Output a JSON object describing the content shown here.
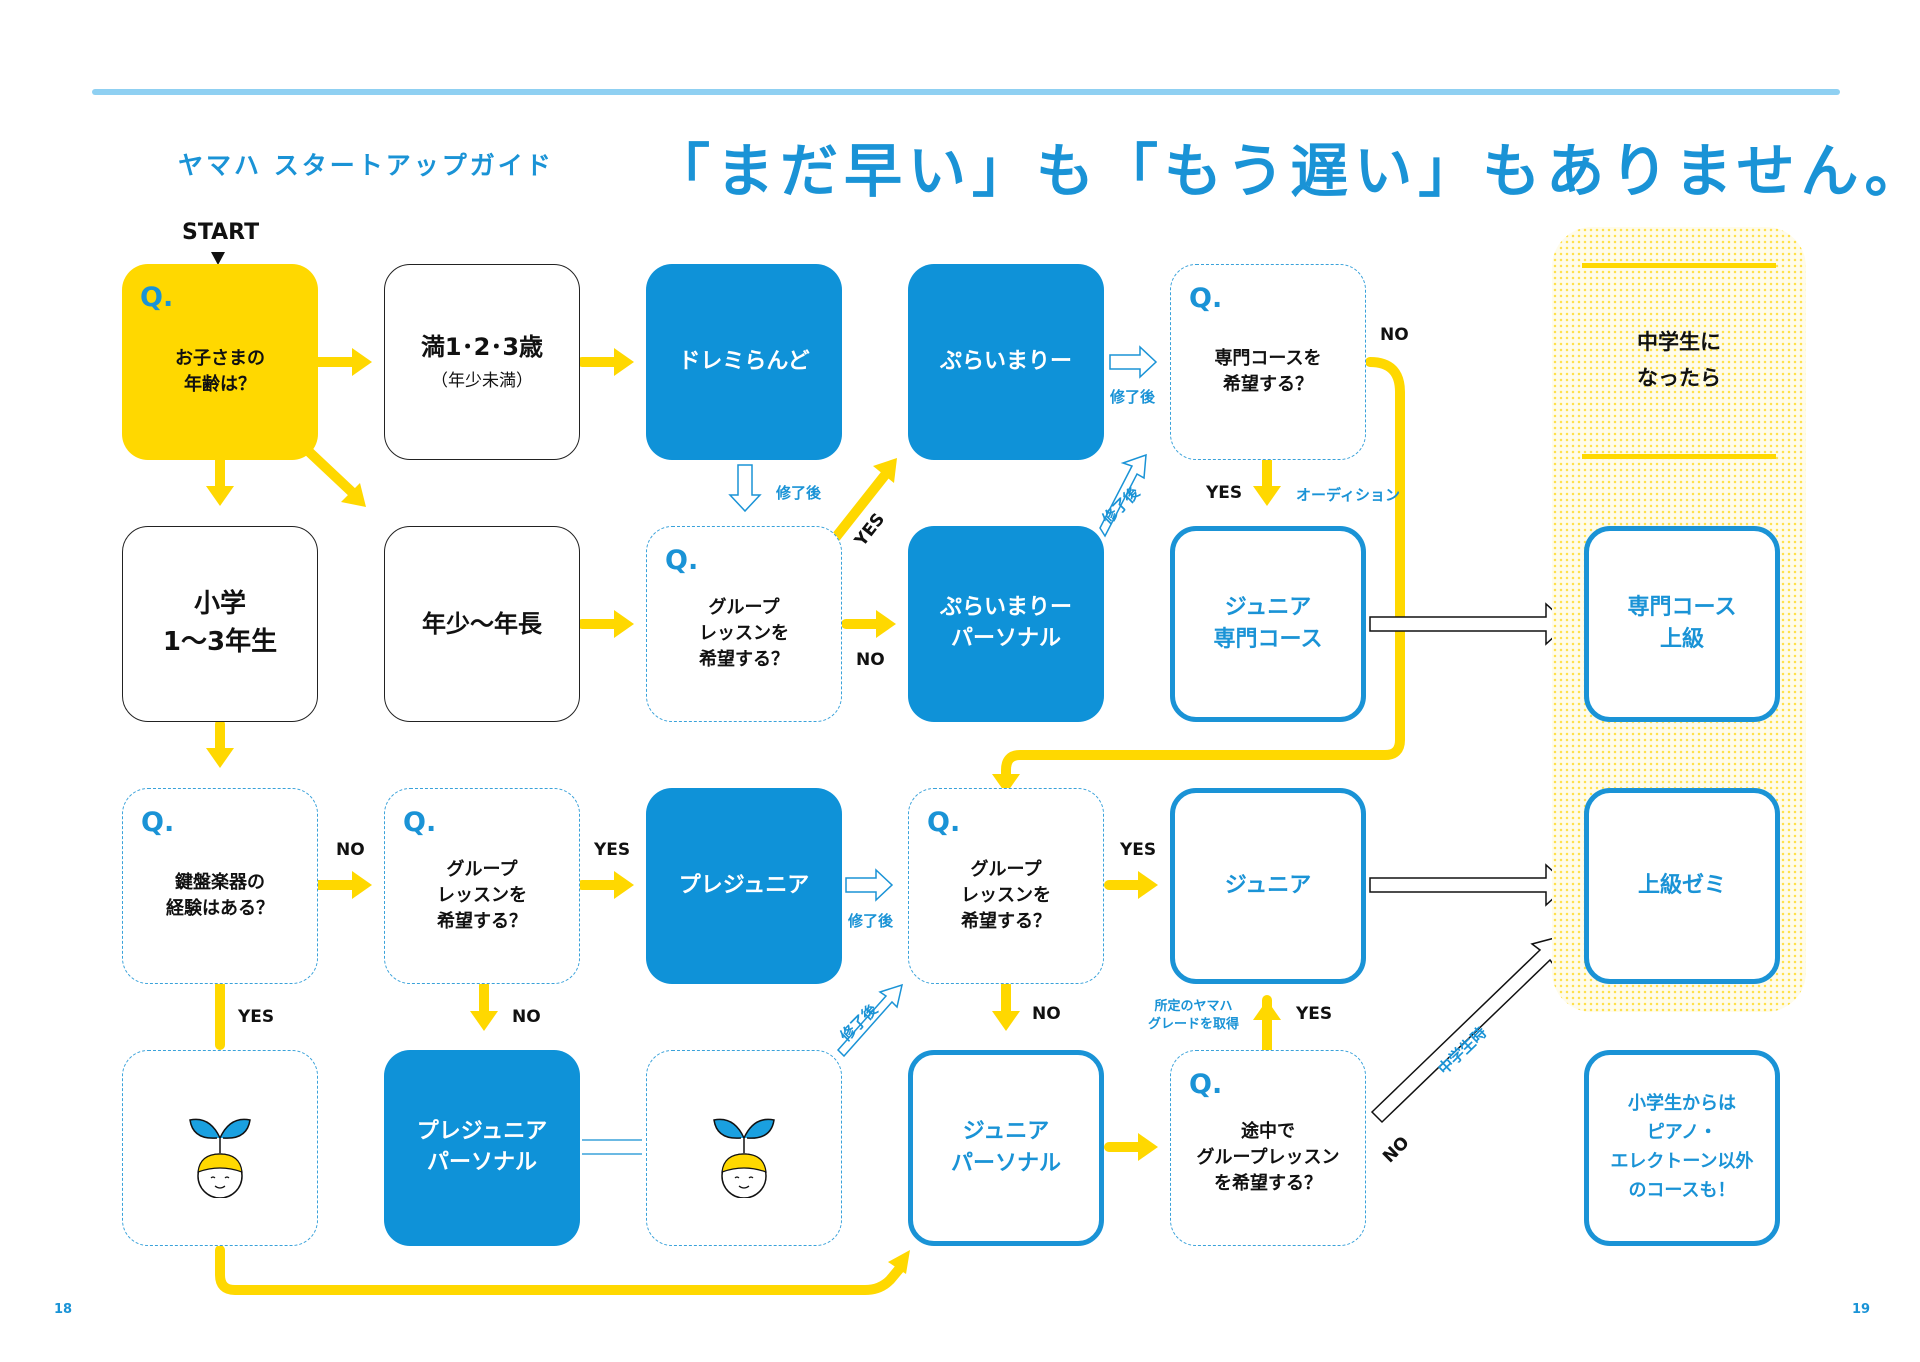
{
  "header": {
    "guide": "ヤマハ スタートアップガイド",
    "headline": "「まだ早い」も「もう遅い」もありません。"
  },
  "pages": {
    "left": "18",
    "right": "19"
  },
  "start": "START",
  "q_mark": "Q.",
  "nodes": {
    "age_q": "お子さまの\n年齢は？",
    "age_123": "満1･2･3歳",
    "age_123_sub": "（年少未満）",
    "doremi": "ドレミらんど",
    "primary": "ぷらいまりー",
    "specialist_q": "専門コースを\n希望する？",
    "elem": "小学\n1〜3年生",
    "nenshou": "年少〜年長",
    "group_q1": "グループ\nレッスンを\n希望する？",
    "primary_personal": "ぷらいまりー\nパーソナル",
    "junior_specialist": "ジュニア\n専門コース",
    "keyboard_q": "鍵盤楽器の\n経験はある？",
    "group_q2": "グループ\nレッスンを\n希望する？",
    "prejunior": "プレジュニア",
    "group_q3": "グループ\nレッスンを\n希望する？",
    "junior": "ジュニア",
    "prejunior_personal": "プレジュニア\nパーソナル",
    "junior_personal": "ジュニア\nパーソナル",
    "midway_q": "途中で\nグループレッスン\nを希望する？"
  },
  "panel": {
    "title": "中学生に\nなったら",
    "advanced_specialist": "専門コース\n上級",
    "advanced_seminar": "上級ゼミ",
    "other_courses": "小学生からは\nピアノ・\nエレクトーン以外\nのコースも！"
  },
  "labels": {
    "no": "NO",
    "yes": "YES",
    "after": "修了後",
    "audition": "オーディション",
    "grade": "所定のヤマハ\nグレードを取得",
    "jhs": "中学生時"
  },
  "colors": {
    "yellow": "#ffd800",
    "blue": "#0f92d8",
    "dashed": "#3aa2da"
  }
}
